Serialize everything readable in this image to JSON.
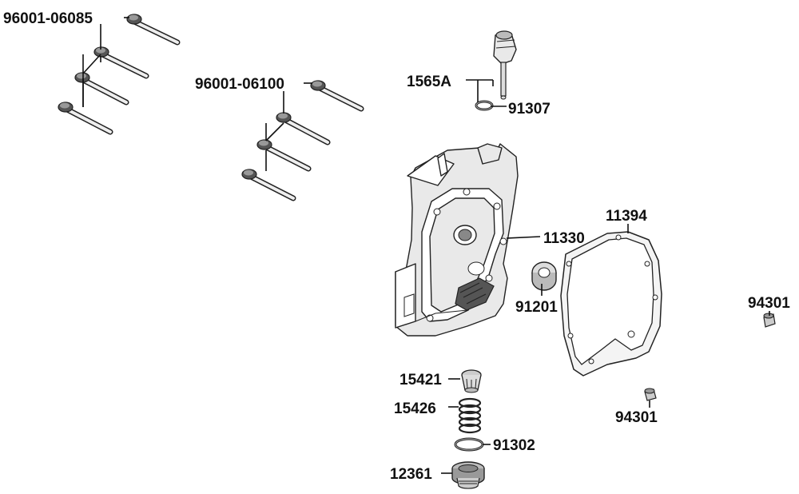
{
  "labels": {
    "bolt_set_a": "96001-06085",
    "bolt_set_b": "96001-06100",
    "oil_gauge": "1565A",
    "oring_gauge": "91307",
    "cover": "11330",
    "gasket": "11394",
    "oil_seal": "91201",
    "dowel_right": "94301",
    "dowel_bottom": "94301",
    "strainer": "15421",
    "spring": "15426",
    "oring_plug": "91302",
    "drain_plug": "12361"
  }
}
